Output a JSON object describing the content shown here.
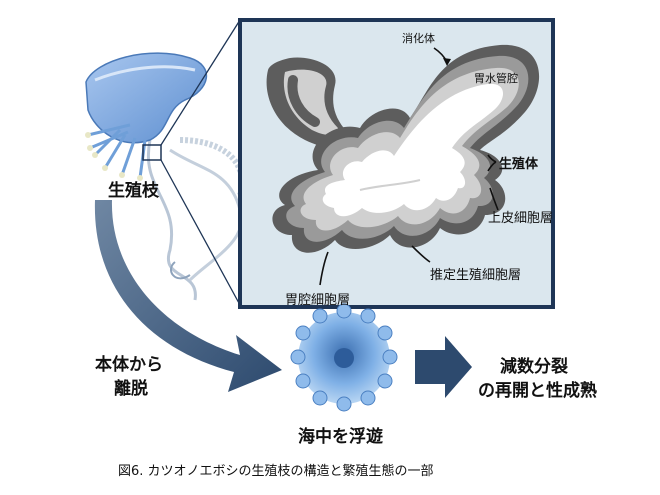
{
  "labels": {
    "reproductive_branch": "生殖枝",
    "digestive_body": "消化体",
    "gastrovascular_cavity": "胃水管腔",
    "gonophore": "生殖体",
    "epidermal_layer": "上皮細胞層",
    "putative_germ_layer": "推定生殖細胞層",
    "gastric_cell_layer": "胃腔細胞層",
    "detach_line1": "本体から",
    "detach_line2": "離脱",
    "floating": "海中を浮遊",
    "resume_line1": "減数分裂",
    "resume_line2": "の再開と性成熟"
  },
  "caption": "図6. カツオノエボシの生殖枝の構造と繁殖生態の一部",
  "colors": {
    "panel_bg": "#dbe7ee",
    "panel_border": "#1e3556",
    "arrow": "#2d4a6e",
    "layer_dark": "#5d5d5d",
    "layer_mid": "#9a9a9a",
    "layer_light": "#d0d0d0",
    "man_o_war_blue": "#6f9fd8"
  }
}
